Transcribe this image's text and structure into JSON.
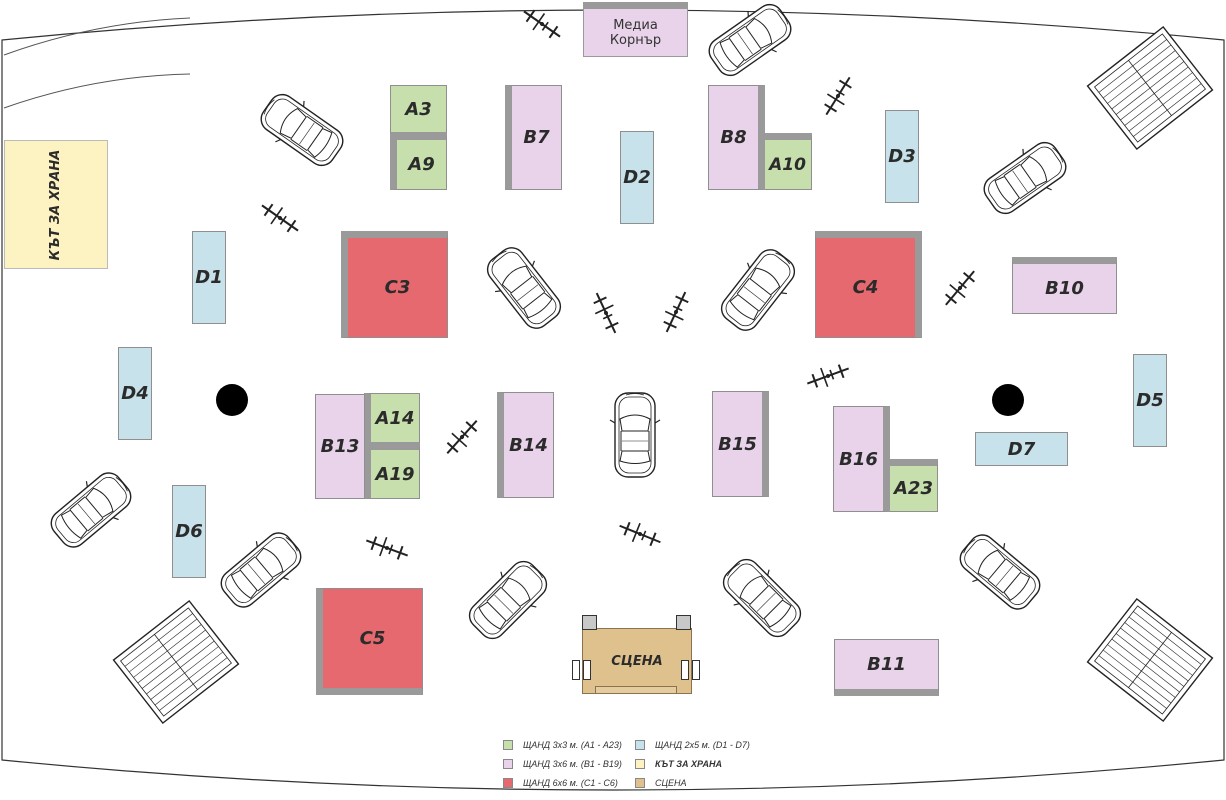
{
  "media_corner": {
    "line1": "Медиа",
    "line2": "Корнър"
  },
  "food_corner": {
    "label": "КЪТ ЗА ХРАНА"
  },
  "stage": {
    "label": "СЦЕНА"
  },
  "booths": {
    "A3": "A3",
    "A9": "A9",
    "A10": "A10",
    "A14": "A14",
    "A19": "A19",
    "A23": "A23",
    "B7": "B7",
    "B8": "B8",
    "B10": "B10",
    "B11": "B11",
    "B13": "B13",
    "B14": "B14",
    "B15": "B15",
    "B16": "B16",
    "C3": "C3",
    "C4": "C4",
    "C5": "C5",
    "D1": "D1",
    "D2": "D2",
    "D3": "D3",
    "D4": "D4",
    "D5": "D5",
    "D6": "D6",
    "D7": "D7"
  },
  "legend": {
    "std_a": "ЩАНД 3х3 м. (А1 - А23)",
    "std_b": "ЩАНД 3х6 м. (В1 - В19)",
    "std_c": "ЩАНД 6х6 м. (С1 - С6)",
    "std_d": "ЩАНД 2х5 м. (D1 - D7)",
    "food": "КЪТ ЗА ХРАНА",
    "stage": "СЦЕНА"
  },
  "colors": {
    "std_a": "#c6dfac",
    "std_b": "#e9d3ea",
    "std_c": "#e5696e",
    "std_d": "#c7e2ea",
    "food": "#fdf3c2",
    "stage": "#dfc18e"
  },
  "icons": [
    "car-icon",
    "bicycle-icon",
    "staircase-icon",
    "pillar-icon"
  ]
}
